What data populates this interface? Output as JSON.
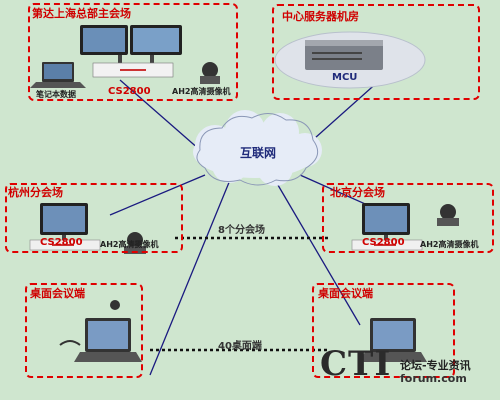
{
  "nodes": {
    "hq": {
      "title": "第达上海总部主会场",
      "device": "CS2800",
      "camera": "AH2高清摄像机",
      "laptop": "笔记本数据"
    },
    "server": {
      "title": "中心服务器机房",
      "device": "MCU"
    },
    "hangzhou": {
      "title": "杭州分会场",
      "device": "CS2800",
      "camera": "AH2高清摄像机"
    },
    "beijing": {
      "title": "北京分会场",
      "device": "CS2800",
      "camera": "AH2高清摄像机"
    },
    "desk_left": {
      "title": "桌面会议端"
    },
    "desk_right": {
      "title": "桌面会议端"
    }
  },
  "network": {
    "label": "互联网"
  },
  "links": {
    "branches": "8个分会场",
    "desktops": "40桌面端"
  },
  "watermark": {
    "cti": "CTI",
    "top": "论坛-专业资讯",
    "bottom": "forum.com"
  }
}
